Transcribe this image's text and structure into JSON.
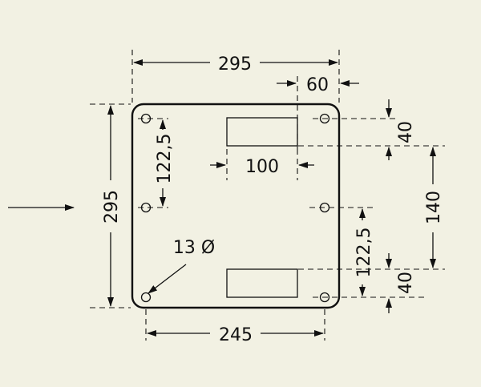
{
  "colors": {
    "background": "#f2f1e3",
    "ink": "#111111"
  },
  "dimensions": {
    "plate_width": "295",
    "plate_height": "295",
    "hole_spacing_horizontal": "245",
    "slot_offset_right": "60",
    "slot_length": "100",
    "hole_spacing_vertical_upper": "122,5",
    "hole_spacing_vertical_lower": "122,5",
    "slot_top_offset": "40",
    "slot_bottom_offset": "40",
    "slot_spacing": "140",
    "hole_diameter": "13 Ø"
  }
}
